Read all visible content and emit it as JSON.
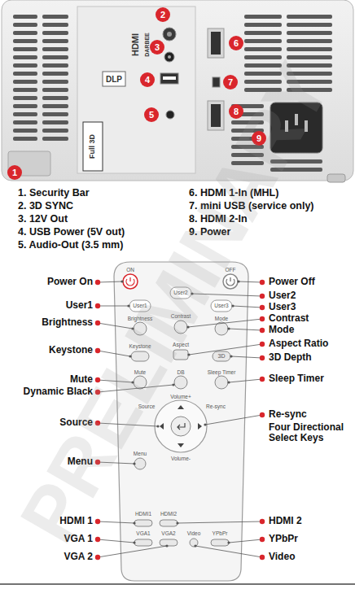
{
  "diagram": {
    "nodes": [
      {
        "text": [
          "1"
        ]
      },
      {
        "text": [
          "2"
        ]
      },
      {
        "text": [
          "3"
        ]
      },
      {
        "text": [
          "4"
        ]
      },
      {
        "text": [
          "5"
        ]
      },
      {
        "text": [
          "6"
        ]
      },
      {
        "text": [
          "7"
        ]
      },
      {
        "text": [
          "8"
        ]
      },
      {
        "text": [
          "9"
        ]
      }
    ],
    "labels": [
      "HDMI",
      "DARBEE",
      "DLP",
      "Full 3D",
      "1. Security Bar",
      "2. 3D SYNC",
      "3. 12V Out",
      "4. USB Power (5V out)",
      "5. Audio-Out (3.5 mm)",
      "6. HDMI 1-In (MHL)",
      "7. mini USB (service only)",
      "8. HDMI 2-In",
      "9. Power",
      "Power On",
      "Power Off",
      "User2",
      "User1",
      "User3",
      "Brightness",
      "Contrast",
      "Mode",
      "Keystone",
      "Aspect Ratio",
      "3D Depth",
      "Mute",
      "Sleep Timer",
      "Dynamic Black",
      "Source",
      "Re-sync",
      "Four Directional Select Keys",
      "Menu",
      "HDMI 1",
      "HDMI 2",
      "VGA 1",
      "YPbPr",
      "VGA 2",
      "Video",
      "ON",
      "OFF",
      "User1",
      "User2",
      "User3",
      "Brightness",
      "Contrast",
      "Mode",
      "Keystone",
      "Aspect",
      "3D",
      "Mute",
      "DB",
      "Sleep Timer",
      "Volume+",
      "Source",
      "Re-sync",
      "Menu",
      "Volume-",
      "HDMI1",
      "HDMI2",
      "VGA1",
      "VGA2",
      "Video",
      "YPbPr",
      "PRELIMINARY"
    ]
  }
}
